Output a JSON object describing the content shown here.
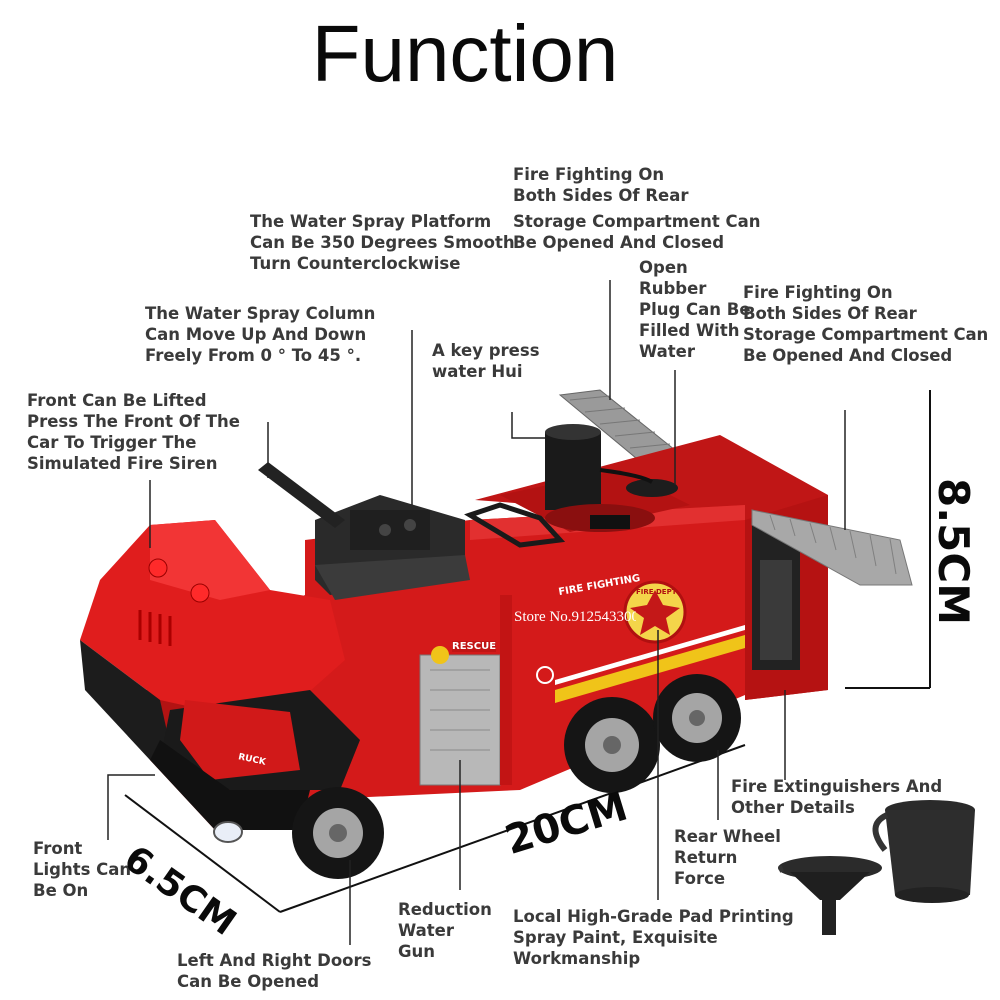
{
  "title": "Function",
  "annotations": {
    "rear_side_1": "Fire Fighting On\nBoth Sides Of Rear",
    "storage_1": "Storage Compartment Can\nBe Opened And Closed",
    "spray_platform": "The Water Spray Platform\nCan Be 350 Degrees Smooth\nTurn Counterclockwise",
    "open_rubber": "Open\nRubber\nPlug Can Be\nFilled With\nWater",
    "rear_side_2": "Fire Fighting On\nBoth Sides Of Rear\nStorage Compartment Can\nBe Opened And Closed",
    "spray_column": "The Water Spray Column\nCan Move Up And Down\nFreely From 0 ° To 45 °.",
    "key_press": "A key press\nwater Hui",
    "front_lifted": "Front Can Be Lifted\nPress The Front Of The\nCar To Trigger The\nSimulated Fire Siren",
    "extinguishers": "Fire Extinguishers And\nOther Details",
    "rear_wheel": "Rear Wheel\nReturn\nForce",
    "front_lights": "Front\nLights Can\nBe On",
    "reduction_gun": "Reduction\nWater\nGun",
    "pad_printing": "Local High-Grade Pad Printing\nSpray Paint, Exquisite\nWorkmanship",
    "doors": "Left And Right Doors\nCan Be Opened"
  },
  "dimensions": {
    "height": "8.5CM",
    "length": "20CM",
    "width": "6.5CM"
  },
  "truck_text": {
    "fire_fighting": "FIRE FIGHTING",
    "rescue": "RESCUE",
    "truck": "RUCK",
    "fire_dept": "FIRE DEPT"
  },
  "watermark": "Store No.912543300",
  "colors": {
    "truck_red": "#d41a1a",
    "dark_red": "#8f0f0f",
    "black": "#1c1c1c",
    "stripe_yellow": "#f0c419",
    "label_text": "#3a3a3a"
  }
}
